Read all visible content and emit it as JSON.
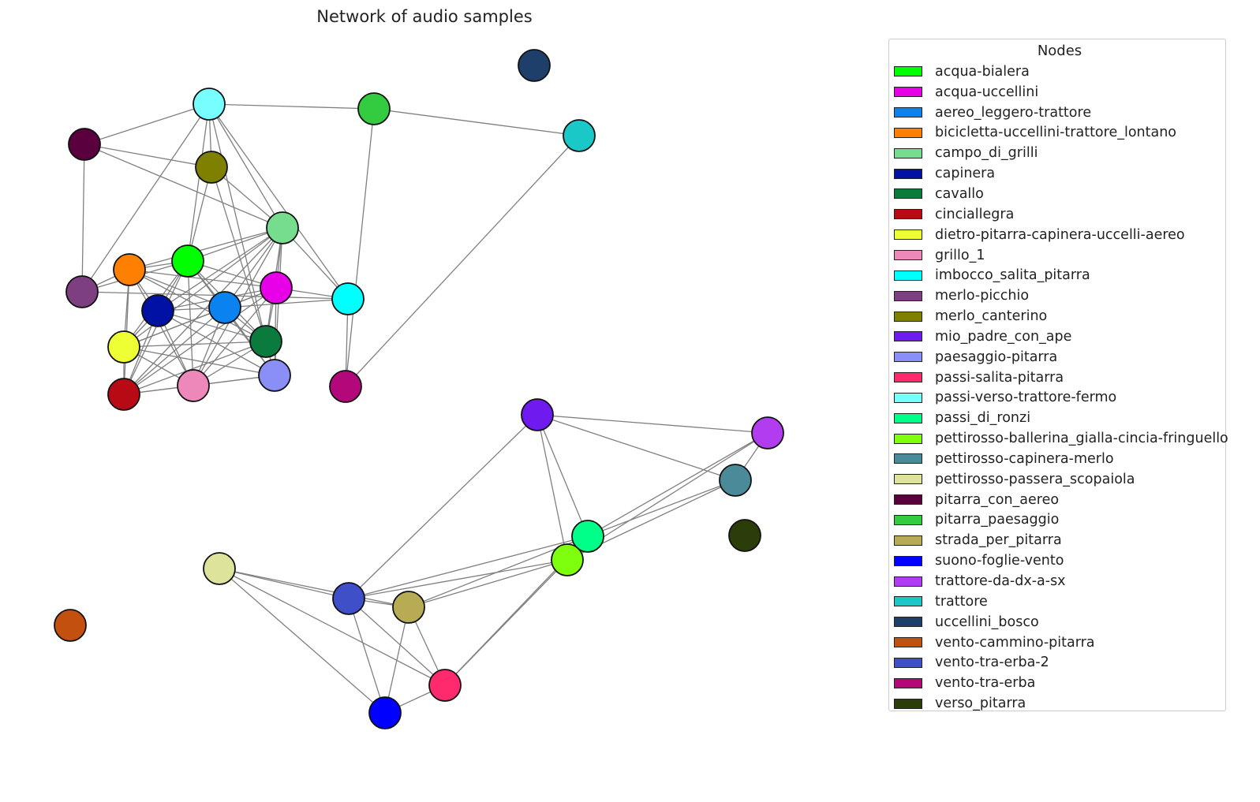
{
  "title": "Network of audio samples",
  "legend": {
    "title": "Nodes",
    "items": [
      {
        "label": "acqua-bialera",
        "color": "#00ff00"
      },
      {
        "label": "acqua-uccellini",
        "color": "#e800e8"
      },
      {
        "label": "aereo_leggero-trattore",
        "color": "#0a82f0"
      },
      {
        "label": "bicicletta-uccellini-trattore_lontano",
        "color": "#ff7f00"
      },
      {
        "label": "campo_di_grilli",
        "color": "#77dd8e"
      },
      {
        "label": "capinera",
        "color": "#0011a3"
      },
      {
        "label": "cavallo",
        "color": "#0a7a3d"
      },
      {
        "label": "cinciallegra",
        "color": "#b80a14"
      },
      {
        "label": "dietro-pitarra-capinera-uccelli-aereo",
        "color": "#eeff33"
      },
      {
        "label": "grillo_1",
        "color": "#ee88bb"
      },
      {
        "label": "imbocco_salita_pitarra",
        "color": "#00ffff"
      },
      {
        "label": "merlo-picchio",
        "color": "#7e3f80"
      },
      {
        "label": "merlo_canterino",
        "color": "#808000"
      },
      {
        "label": "mio_padre_con_ape",
        "color": "#6f1aee"
      },
      {
        "label": "paesaggio-pitarra",
        "color": "#8a8ff8"
      },
      {
        "label": "passi-salita-pitarra",
        "color": "#ff2a6d"
      },
      {
        "label": "passi-verso-trattore-fermo",
        "color": "#77ffff"
      },
      {
        "label": "passi_di_ronzi",
        "color": "#00ff88"
      },
      {
        "label": "pettirosso-ballerina_gialla-cincia-fringuello",
        "color": "#7dff0d"
      },
      {
        "label": "pettirosso-capinera-merlo",
        "color": "#4a8a99"
      },
      {
        "label": "pettirosso-passera_scopaiola",
        "color": "#dde39a"
      },
      {
        "label": "pitarra_con_aereo",
        "color": "#5a003f"
      },
      {
        "label": "pitarra_paesaggio",
        "color": "#33cc40"
      },
      {
        "label": "strada_per_pitarra",
        "color": "#b8ab55"
      },
      {
        "label": "suono-foglie-vento",
        "color": "#0000ff"
      },
      {
        "label": "trattore-da-dx-a-sx",
        "color": "#b23df0"
      },
      {
        "label": "trattore",
        "color": "#1ac8c8"
      },
      {
        "label": "uccellini_bosco",
        "color": "#1f3f6b"
      },
      {
        "label": "vento-cammino-pitarra",
        "color": "#c45010"
      },
      {
        "label": "vento-tra-erba-2",
        "color": "#3f4fc7"
      },
      {
        "label": "vento-tra-erba",
        "color": "#b3087a"
      },
      {
        "label": "verso_pitarra",
        "color": "#2b3e0a"
      }
    ]
  },
  "graph": {
    "nodes": [
      {
        "id": "acqua-bialera",
        "color": "#00ff00"
      },
      {
        "id": "acqua-uccellini",
        "color": "#e800e8"
      },
      {
        "id": "aereo_leggero-trattore",
        "color": "#0a82f0"
      },
      {
        "id": "bicicletta-uccellini-trattore_lontano",
        "color": "#ff7f00"
      },
      {
        "id": "campo_di_grilli",
        "color": "#77dd8e"
      },
      {
        "id": "capinera",
        "color": "#0011a3"
      },
      {
        "id": "cavallo",
        "color": "#0a7a3d"
      },
      {
        "id": "cinciallegra",
        "color": "#b80a14"
      },
      {
        "id": "dietro-pitarra-capinera-uccelli-aereo",
        "color": "#eeff33"
      },
      {
        "id": "grillo_1",
        "color": "#ee88bb"
      },
      {
        "id": "imbocco_salita_pitarra",
        "color": "#00ffff"
      },
      {
        "id": "merlo-picchio",
        "color": "#7e3f80"
      },
      {
        "id": "merlo_canterino",
        "color": "#808000"
      },
      {
        "id": "mio_padre_con_ape",
        "color": "#6f1aee"
      },
      {
        "id": "paesaggio-pitarra",
        "color": "#8a8ff8"
      },
      {
        "id": "passi-salita-pitarra",
        "color": "#ff2a6d"
      },
      {
        "id": "passi-verso-trattore-fermo",
        "color": "#77ffff"
      },
      {
        "id": "passi_di_ronzi",
        "color": "#00ff88"
      },
      {
        "id": "pettirosso-ballerina_gialla-cincia-fringuello",
        "color": "#7dff0d"
      },
      {
        "id": "pettirosso-capinera-merlo",
        "color": "#4a8a99"
      },
      {
        "id": "pettirosso-passera_scopaiola",
        "color": "#dde39a"
      },
      {
        "id": "pitarra_con_aereo",
        "color": "#5a003f"
      },
      {
        "id": "pitarra_paesaggio",
        "color": "#33cc40"
      },
      {
        "id": "strada_per_pitarra",
        "color": "#b8ab55"
      },
      {
        "id": "suono-foglie-vento",
        "color": "#0000ff"
      },
      {
        "id": "trattore-da-dx-a-sx",
        "color": "#b23df0"
      },
      {
        "id": "trattore",
        "color": "#1ac8c8"
      },
      {
        "id": "uccellini_bosco",
        "color": "#1f3f6b"
      },
      {
        "id": "vento-cammino-pitarra",
        "color": "#c45010"
      },
      {
        "id": "vento-tra-erba-2",
        "color": "#3f4fc7"
      },
      {
        "id": "vento-tra-erba",
        "color": "#b3087a"
      },
      {
        "id": "verso_pitarra",
        "color": "#2b3e0a"
      }
    ],
    "edges": [
      [
        "passi-verso-trattore-fermo",
        "pitarra_paesaggio"
      ],
      [
        "passi-verso-trattore-fermo",
        "merlo_canterino"
      ],
      [
        "passi-verso-trattore-fermo",
        "campo_di_grilli"
      ],
      [
        "passi-verso-trattore-fermo",
        "imbocco_salita_pitarra"
      ],
      [
        "passi-verso-trattore-fermo",
        "merlo-picchio"
      ],
      [
        "passi-verso-trattore-fermo",
        "cavallo"
      ],
      [
        "passi-verso-trattore-fermo",
        "acqua-bialera"
      ],
      [
        "pitarra_paesaggio",
        "trattore"
      ],
      [
        "pitarra_paesaggio",
        "vento-tra-erba"
      ],
      [
        "trattore",
        "vento-tra-erba"
      ],
      [
        "pitarra_con_aereo",
        "merlo_canterino"
      ],
      [
        "pitarra_con_aereo",
        "merlo-picchio"
      ],
      [
        "pitarra_con_aereo",
        "passi-verso-trattore-fermo"
      ],
      [
        "pitarra_con_aereo",
        "campo_di_grilli"
      ],
      [
        "merlo_canterino",
        "campo_di_grilli"
      ],
      [
        "merlo_canterino",
        "acqua-bialera"
      ],
      [
        "merlo_canterino",
        "cavallo"
      ],
      [
        "campo_di_grilli",
        "imbocco_salita_pitarra"
      ],
      [
        "campo_di_grilli",
        "acqua-bialera"
      ],
      [
        "campo_di_grilli",
        "aereo_leggero-trattore"
      ],
      [
        "campo_di_grilli",
        "capinera"
      ],
      [
        "campo_di_grilli",
        "bicicletta-uccellini-trattore_lontano"
      ],
      [
        "campo_di_grilli",
        "acqua-uccellini"
      ],
      [
        "campo_di_grilli",
        "cavallo"
      ],
      [
        "campo_di_grilli",
        "paesaggio-pitarra"
      ],
      [
        "campo_di_grilli",
        "grillo_1"
      ],
      [
        "campo_di_grilli",
        "dietro-pitarra-capinera-uccelli-aereo"
      ],
      [
        "campo_di_grilli",
        "cinciallegra"
      ],
      [
        "imbocco_salita_pitarra",
        "vento-tra-erba"
      ],
      [
        "imbocco_salita_pitarra",
        "acqua-uccellini"
      ],
      [
        "imbocco_salita_pitarra",
        "aereo_leggero-trattore"
      ],
      [
        "imbocco_salita_pitarra",
        "merlo-picchio"
      ],
      [
        "merlo-picchio",
        "bicicletta-uccellini-trattore_lontano"
      ],
      [
        "merlo-picchio",
        "acqua-bialera"
      ],
      [
        "bicicletta-uccellini-trattore_lontano",
        "acqua-bialera"
      ],
      [
        "bicicletta-uccellini-trattore_lontano",
        "capinera"
      ],
      [
        "bicicletta-uccellini-trattore_lontano",
        "aereo_leggero-trattore"
      ],
      [
        "bicicletta-uccellini-trattore_lontano",
        "dietro-pitarra-capinera-uccelli-aereo"
      ],
      [
        "bicicletta-uccellini-trattore_lontano",
        "cinciallegra"
      ],
      [
        "bicicletta-uccellini-trattore_lontano",
        "grillo_1"
      ],
      [
        "bicicletta-uccellini-trattore_lontano",
        "acqua-uccellini"
      ],
      [
        "bicicletta-uccellini-trattore_lontano",
        "cavallo"
      ],
      [
        "acqua-bialera",
        "capinera"
      ],
      [
        "acqua-bialera",
        "aereo_leggero-trattore"
      ],
      [
        "acqua-bialera",
        "acqua-uccellini"
      ],
      [
        "acqua-bialera",
        "cavallo"
      ],
      [
        "acqua-bialera",
        "dietro-pitarra-capinera-uccelli-aereo"
      ],
      [
        "acqua-bialera",
        "cinciallegra"
      ],
      [
        "acqua-bialera",
        "grillo_1"
      ],
      [
        "acqua-bialera",
        "paesaggio-pitarra"
      ],
      [
        "capinera",
        "aereo_leggero-trattore"
      ],
      [
        "capinera",
        "dietro-pitarra-capinera-uccelli-aereo"
      ],
      [
        "capinera",
        "cinciallegra"
      ],
      [
        "capinera",
        "grillo_1"
      ],
      [
        "capinera",
        "cavallo"
      ],
      [
        "capinera",
        "paesaggio-pitarra"
      ],
      [
        "capinera",
        "acqua-uccellini"
      ],
      [
        "aereo_leggero-trattore",
        "acqua-uccellini"
      ],
      [
        "aereo_leggero-trattore",
        "cavallo"
      ],
      [
        "aereo_leggero-trattore",
        "dietro-pitarra-capinera-uccelli-aereo"
      ],
      [
        "aereo_leggero-trattore",
        "cinciallegra"
      ],
      [
        "aereo_leggero-trattore",
        "grillo_1"
      ],
      [
        "aereo_leggero-trattore",
        "paesaggio-pitarra"
      ],
      [
        "acqua-uccellini",
        "cavallo"
      ],
      [
        "acqua-uccellini",
        "paesaggio-pitarra"
      ],
      [
        "acqua-uccellini",
        "grillo_1"
      ],
      [
        "acqua-uccellini",
        "dietro-pitarra-capinera-uccelli-aereo"
      ],
      [
        "acqua-uccellini",
        "cinciallegra"
      ],
      [
        "cavallo",
        "paesaggio-pitarra"
      ],
      [
        "cavallo",
        "grillo_1"
      ],
      [
        "cavallo",
        "dietro-pitarra-capinera-uccelli-aereo"
      ],
      [
        "cavallo",
        "cinciallegra"
      ],
      [
        "dietro-pitarra-capinera-uccelli-aereo",
        "cinciallegra"
      ],
      [
        "dietro-pitarra-capinera-uccelli-aereo",
        "grillo_1"
      ],
      [
        "dietro-pitarra-capinera-uccelli-aereo",
        "paesaggio-pitarra"
      ],
      [
        "cinciallegra",
        "grillo_1"
      ],
      [
        "cinciallegra",
        "paesaggio-pitarra"
      ],
      [
        "grillo_1",
        "paesaggio-pitarra"
      ],
      [
        "mio_padre_con_ape",
        "trattore-da-dx-a-sx"
      ],
      [
        "mio_padre_con_ape",
        "pettirosso-capinera-merlo"
      ],
      [
        "mio_padre_con_ape",
        "passi_di_ronzi"
      ],
      [
        "mio_padre_con_ape",
        "pettirosso-ballerina_gialla-cincia-fringuello"
      ],
      [
        "mio_padre_con_ape",
        "vento-tra-erba-2"
      ],
      [
        "trattore-da-dx-a-sx",
        "pettirosso-capinera-merlo"
      ],
      [
        "trattore-da-dx-a-sx",
        "passi_di_ronzi"
      ],
      [
        "trattore-da-dx-a-sx",
        "pettirosso-ballerina_gialla-cincia-fringuello"
      ],
      [
        "pettirosso-capinera-merlo",
        "passi_di_ronzi"
      ],
      [
        "pettirosso-capinera-merlo",
        "pettirosso-ballerina_gialla-cincia-fringuello"
      ],
      [
        "passi_di_ronzi",
        "pettirosso-ballerina_gialla-cincia-fringuello"
      ],
      [
        "passi_di_ronzi",
        "vento-tra-erba-2"
      ],
      [
        "passi_di_ronzi",
        "strada_per_pitarra"
      ],
      [
        "passi_di_ronzi",
        "passi-salita-pitarra"
      ],
      [
        "pettirosso-ballerina_gialla-cincia-fringuello",
        "strada_per_pitarra"
      ],
      [
        "pettirosso-ballerina_gialla-cincia-fringuello",
        "vento-tra-erba-2"
      ],
      [
        "pettirosso-ballerina_gialla-cincia-fringuello",
        "passi-salita-pitarra"
      ],
      [
        "pettirosso-passera_scopaiola",
        "vento-tra-erba-2"
      ],
      [
        "pettirosso-passera_scopaiola",
        "strada_per_pitarra"
      ],
      [
        "pettirosso-passera_scopaiola",
        "passi-salita-pitarra"
      ],
      [
        "pettirosso-passera_scopaiola",
        "suono-foglie-vento"
      ],
      [
        "vento-tra-erba-2",
        "strada_per_pitarra"
      ],
      [
        "vento-tra-erba-2",
        "passi-salita-pitarra"
      ],
      [
        "vento-tra-erba-2",
        "suono-foglie-vento"
      ],
      [
        "strada_per_pitarra",
        "passi-salita-pitarra"
      ],
      [
        "strada_per_pitarra",
        "suono-foglie-vento"
      ],
      [
        "passi-salita-pitarra",
        "suono-foglie-vento"
      ]
    ]
  }
}
